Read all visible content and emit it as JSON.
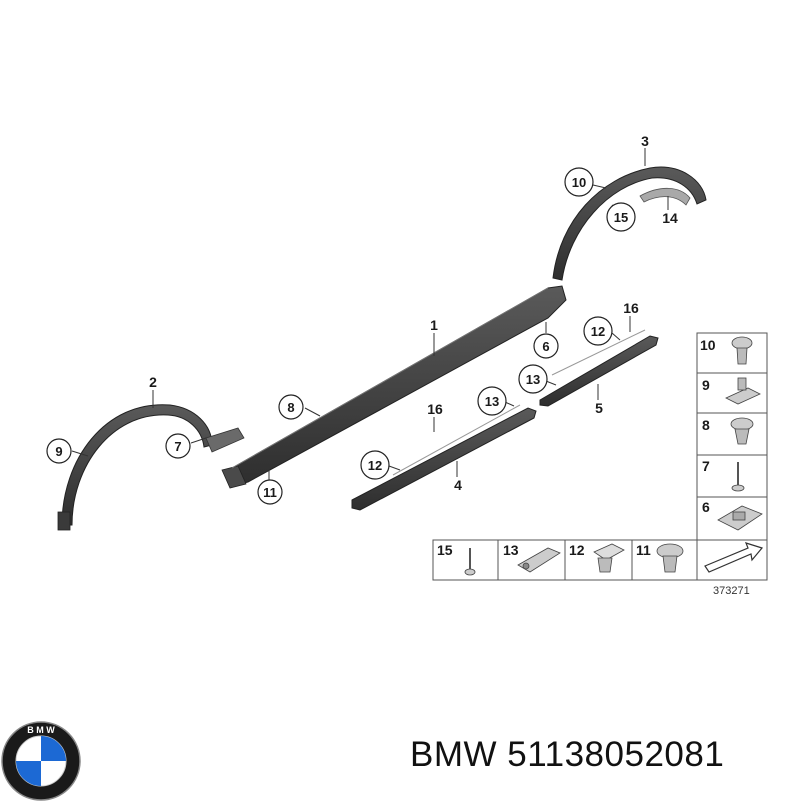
{
  "callouts": {
    "c1": "1",
    "c2": "2",
    "c3": "3",
    "c4": "4",
    "c5": "5",
    "c6": "6",
    "c7": "7",
    "c8": "8",
    "c9": "9",
    "c10": "10",
    "c11": "11",
    "c12a": "12",
    "c12b": "12",
    "c13a": "13",
    "c13b": "13",
    "c14": "14",
    "c15": "15",
    "c16a": "16",
    "c16b": "16"
  },
  "parts_table": {
    "right_column": [
      "10",
      "9",
      "8",
      "7",
      "6"
    ],
    "bottom_row": [
      "15",
      "13",
      "12",
      "11"
    ],
    "diagram_number": "373271"
  },
  "caption": {
    "brand": "BMW",
    "part_number": "51138052081"
  },
  "logo": {
    "letters": "BMW",
    "colors": {
      "blue": "#1c69d4",
      "ring": "#1a1a1a",
      "white": "#ffffff"
    }
  }
}
